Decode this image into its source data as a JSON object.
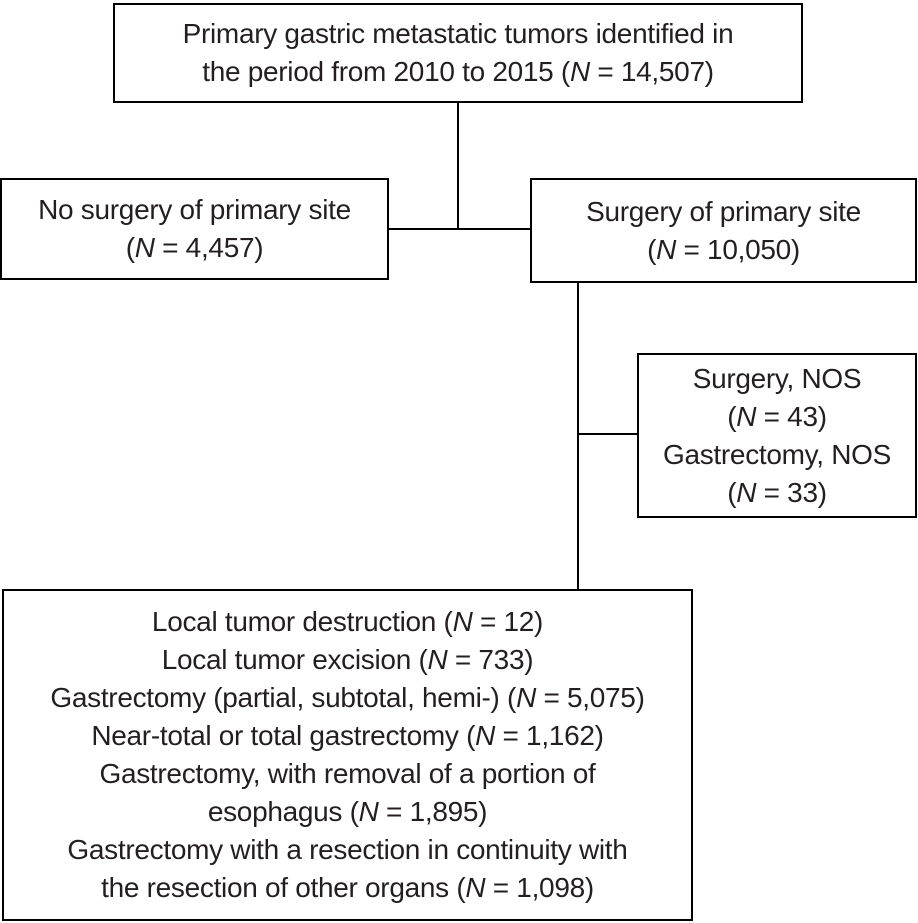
{
  "figure": {
    "type": "patient-flow-diagram",
    "colors": {
      "background": "#ffffff",
      "line": "#000000",
      "text": "#231f20"
    }
  },
  "boxes": {
    "primary": {
      "lines": [
        "Primary gastric metastatic tumors identified in",
        "the period from 2010 to 2015 (N = 14,507)"
      ]
    },
    "no_surgery": {
      "lines": [
        "No surgery of primary site",
        "(N = 4,457)"
      ]
    },
    "surgery": {
      "lines": [
        "Surgery of primary site",
        "(N = 10,050)"
      ]
    },
    "surgery_nos": {
      "lines": [
        "Surgery, NOS",
        "(N = 43)",
        "Gastrectomy, NOS",
        "(N = 33)"
      ]
    },
    "procedures": {
      "lines": [
        "Local tumor destruction (N = 12)",
        "Local tumor excision (N = 733)",
        "Gastrectomy (partial, subtotal, hemi-) (N = 5,075)",
        "Near-total or total gastrectomy (N = 1,162)",
        "Gastrectomy, with removal of a portion of",
        "esophagus (N = 1,895)",
        "Gastrectomy with a resection in continuity with",
        "the resection of other organs (N = 1,098)"
      ]
    }
  }
}
